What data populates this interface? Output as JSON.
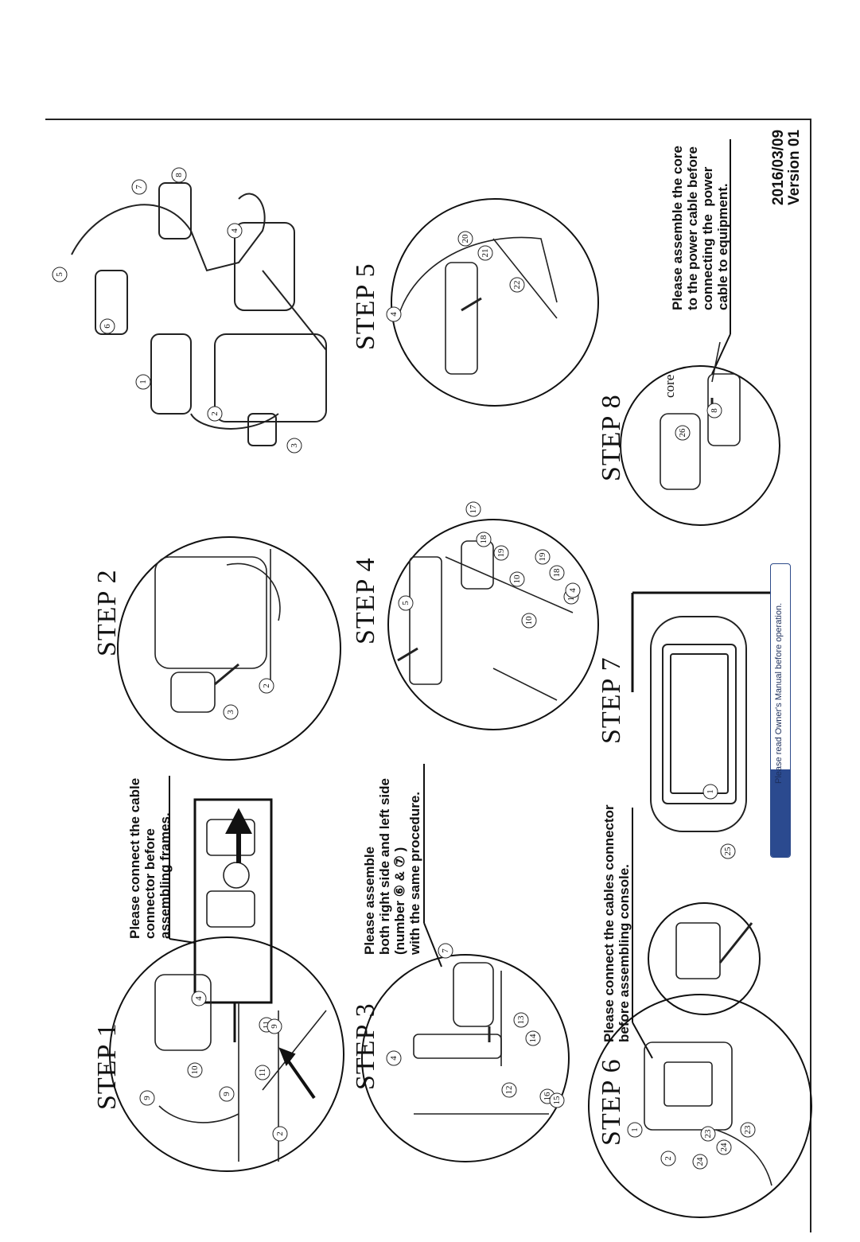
{
  "steps": {
    "s1": "STEP 1",
    "s2": "STEP 2",
    "s3": "STEP 3",
    "s4": "STEP 4",
    "s5": "STEP 5",
    "s6": "STEP 6",
    "s7": "STEP 7",
    "s8": "STEP 8"
  },
  "notes": {
    "cable_frames": "Please connect the cable\nconnector before\nassembling frames.",
    "both_sides": "Please assemble\nboth right side and left side\n(number ⑥ & ⑦ )\nwith the same procedure.",
    "cables_console": "Please connect the cables connector\nbefore assembling console.",
    "core": "Please assemble the core\nto the power cable before\nconnecting the  power\ncable to equipment."
  },
  "version": {
    "date": "2016/03/09",
    "label": "Version 01"
  },
  "banner": {
    "text": "Please read Owner's Manual before operation."
  },
  "core_label": "core",
  "callouts": {
    "overview": [
      "5",
      "6",
      "7",
      "8",
      "4",
      "1",
      "2",
      "3"
    ],
    "step1": [
      "9",
      "10",
      "9",
      "11",
      "4",
      "11",
      "9",
      "2"
    ],
    "step2": [
      "3",
      "2"
    ],
    "step3": [
      "4",
      "7",
      "12",
      "13",
      "14",
      "16",
      "15"
    ],
    "step4": [
      "5",
      "17",
      "18",
      "19",
      "10",
      "10",
      "19",
      "18",
      "17",
      "4"
    ],
    "step5": [
      "4",
      "20",
      "21",
      "22"
    ],
    "step6": [
      "1",
      "2",
      "24",
      "23",
      "24",
      "23"
    ],
    "step7": [
      "1",
      "25"
    ],
    "step8": [
      "26",
      "8"
    ]
  }
}
